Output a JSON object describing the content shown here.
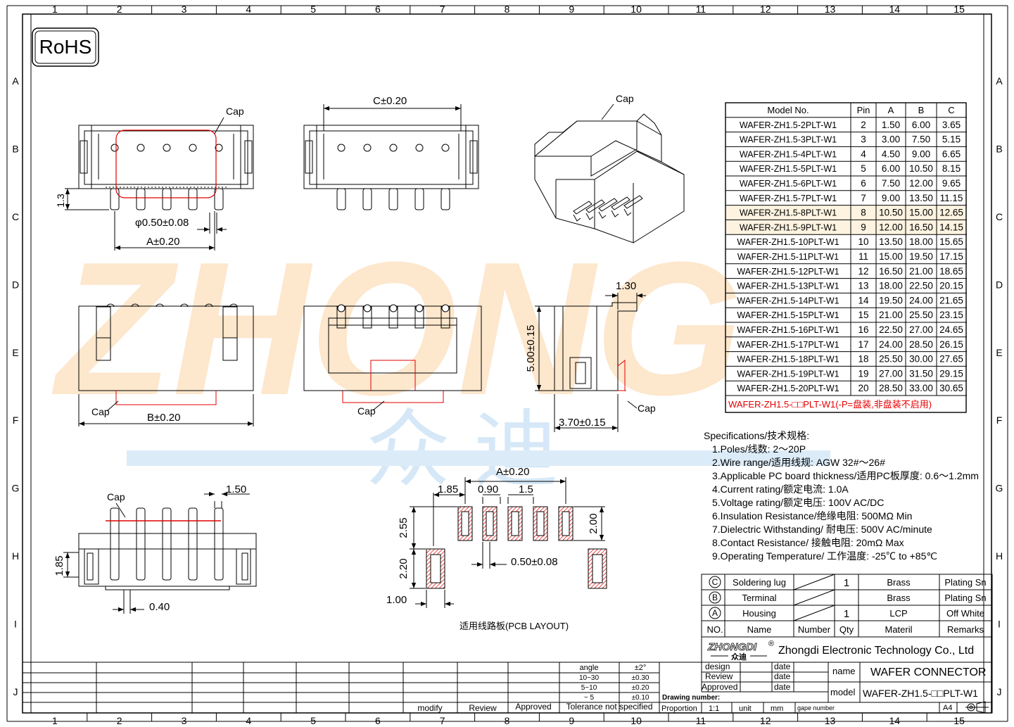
{
  "border": {
    "cols": [
      "1",
      "2",
      "3",
      "4",
      "5",
      "6",
      "7",
      "8",
      "9",
      "10",
      "11",
      "12",
      "13",
      "14",
      "15"
    ],
    "rows": [
      "A",
      "B",
      "C",
      "D",
      "E",
      "F",
      "G",
      "H",
      "I",
      "J"
    ]
  },
  "rohs_label": "RoHS",
  "watermark": {
    "latin": "ZHONG",
    "cjk": "众 迪"
  },
  "front_view": {
    "cap": "Cap",
    "dim_height": "1.3",
    "dim_pin": "φ0.50±0.08",
    "dim_a": "A±0.20"
  },
  "top_view": {
    "dim_c": "C±0.20"
  },
  "iso_view": {
    "cap": "Cap"
  },
  "side_view_left": {
    "cap": "Cap",
    "dim_b": "B±0.20"
  },
  "side_view_mid": {
    "cap": "Cap"
  },
  "side_view_right": {
    "cap": "Cap",
    "dim_top": "1.30",
    "dim_height": "5.00±0.15",
    "dim_depth": "3.70±0.15"
  },
  "bottom_view": {
    "cap": "Cap",
    "dim_pitch": "1.50",
    "dim_height": "1.85",
    "dim_pin": "0.40"
  },
  "pcb_layout": {
    "dim_a": "A±0.20",
    "dim_185": "1.85",
    "dim_090": "0.90",
    "dim_15": "1.5",
    "dim_255": "2.55",
    "dim_200": "2.00",
    "dim_220": "2.20",
    "dim_hole": "0.50±0.08",
    "dim_100": "1.00",
    "caption": "适用线路板(PCB LAYOUT)"
  },
  "model_table": {
    "headers": [
      "Model No.",
      "Pin",
      "A",
      "B",
      "C"
    ],
    "rows": [
      [
        "WAFER-ZH1.5-2PLT-W1",
        "2",
        "1.50",
        "6.00",
        "3.65"
      ],
      [
        "WAFER-ZH1.5-3PLT-W1",
        "3",
        "3.00",
        "7.50",
        "5.15"
      ],
      [
        "WAFER-ZH1.5-4PLT-W1",
        "4",
        "4.50",
        "9.00",
        "6.65"
      ],
      [
        "WAFER-ZH1.5-5PLT-W1",
        "5",
        "6.00",
        "10.50",
        "8.15"
      ],
      [
        "WAFER-ZH1.5-6PLT-W1",
        "6",
        "7.50",
        "12.00",
        "9.65"
      ],
      [
        "WAFER-ZH1.5-7PLT-W1",
        "7",
        "9.00",
        "13.50",
        "11.15"
      ],
      [
        "WAFER-ZH1.5-8PLT-W1",
        "8",
        "10.50",
        "15.00",
        "12.65"
      ],
      [
        "WAFER-ZH1.5-9PLT-W1",
        "9",
        "12.00",
        "16.50",
        "14.15"
      ],
      [
        "WAFER-ZH1.5-10PLT-W1",
        "10",
        "13.50",
        "18.00",
        "15.65"
      ],
      [
        "WAFER-ZH1.5-11PLT-W1",
        "11",
        "15.00",
        "19.50",
        "17.15"
      ],
      [
        "WAFER-ZH1.5-12PLT-W1",
        "12",
        "16.50",
        "21.00",
        "18.65"
      ],
      [
        "WAFER-ZH1.5-13PLT-W1",
        "13",
        "18.00",
        "22.50",
        "20.15"
      ],
      [
        "WAFER-ZH1.5-14PLT-W1",
        "14",
        "19.50",
        "24.00",
        "21.65"
      ],
      [
        "WAFER-ZH1.5-15PLT-W1",
        "15",
        "21.00",
        "25.50",
        "23.15"
      ],
      [
        "WAFER-ZH1.5-16PLT-W1",
        "16",
        "22.50",
        "27.00",
        "24.65"
      ],
      [
        "WAFER-ZH1.5-17PLT-W1",
        "17",
        "24.00",
        "28.50",
        "26.15"
      ],
      [
        "WAFER-ZH1.5-18PLT-W1",
        "18",
        "25.50",
        "30.00",
        "27.65"
      ],
      [
        "WAFER-ZH1.5-19PLT-W1",
        "19",
        "27.00",
        "31.50",
        "29.15"
      ],
      [
        "WAFER-ZH1.5-20PLT-W1",
        "20",
        "28.50",
        "33.00",
        "30.65"
      ]
    ],
    "footer": "WAFER-ZH1.5-□□PLT-W1(-P=盘装,非盘装不启用)",
    "footer_color": "#e60000"
  },
  "specs": {
    "title": "Specifications/技术规格:",
    "items": [
      "1.Poles/线数: 2～20P",
      "2.Wire range/适用线规: AGW 32#～26#",
      "3.Applicable PC board thickness/适用PC板厚度: 0.6～1.2mm",
      "4.Current rating/额定电流: 1.0A",
      "5.Voltage rating/额定电压: 100V AC/DC",
      "6.Insulation Resistance/绝缘电阻: 500MΩ Min",
      "7.Dielectric Withstanding/ 耐电压: 500V AC/minute",
      "8.Contact Resistance/ 接触电阻: 20mΩ Max",
      "9.Operating Temperature/ 工作温度: -25℃ to +85℃"
    ]
  },
  "bom": {
    "rows": [
      {
        "sym": "C",
        "name": "Soldering lug",
        "qty": "1",
        "material": "Brass",
        "remarks": "Plating Sn"
      },
      {
        "sym": "B",
        "name": "Terminal",
        "qty": "",
        "material": "Brass",
        "remarks": "Plating Sn"
      },
      {
        "sym": "A",
        "name": "Housing",
        "qty": "1",
        "material": "LCP",
        "remarks": "Off White"
      }
    ],
    "header": {
      "no": "NO.",
      "name": "Name",
      "number": "Number",
      "qty": "Qty",
      "material": "Materil",
      "remarks": "Remarks"
    }
  },
  "company": {
    "logo_top": "ZHONGDI",
    "logo_mark": "®",
    "logo_cjk": "众迪",
    "name": "Zhongdi Electronic Technology Co., Ltd"
  },
  "title_block": {
    "angle": "angle",
    "angle_val": "±2°",
    "tol_rows": [
      [
        "10~30",
        "±0.30"
      ],
      [
        "5~10",
        "±0.20"
      ],
      [
        "~ 5",
        "±0.10"
      ]
    ],
    "modify": "modify",
    "review": "Review",
    "approved": "Approved",
    "tolerance": "Tolerance not specified",
    "design": "design",
    "review2": "Review",
    "approved2": "Approved",
    "date": "date",
    "drawing_number": "Drawing number:",
    "proportion": "Proportion",
    "scale": "1:1",
    "unit": "unit",
    "mm": "mm",
    "gape_number": "gape number",
    "name_label": "name",
    "name_value": "WAFER CONNECTOR",
    "model_label": "model",
    "model_value": "WAFER-ZH1.5-□□PLT-W1",
    "sheet": "A4"
  }
}
